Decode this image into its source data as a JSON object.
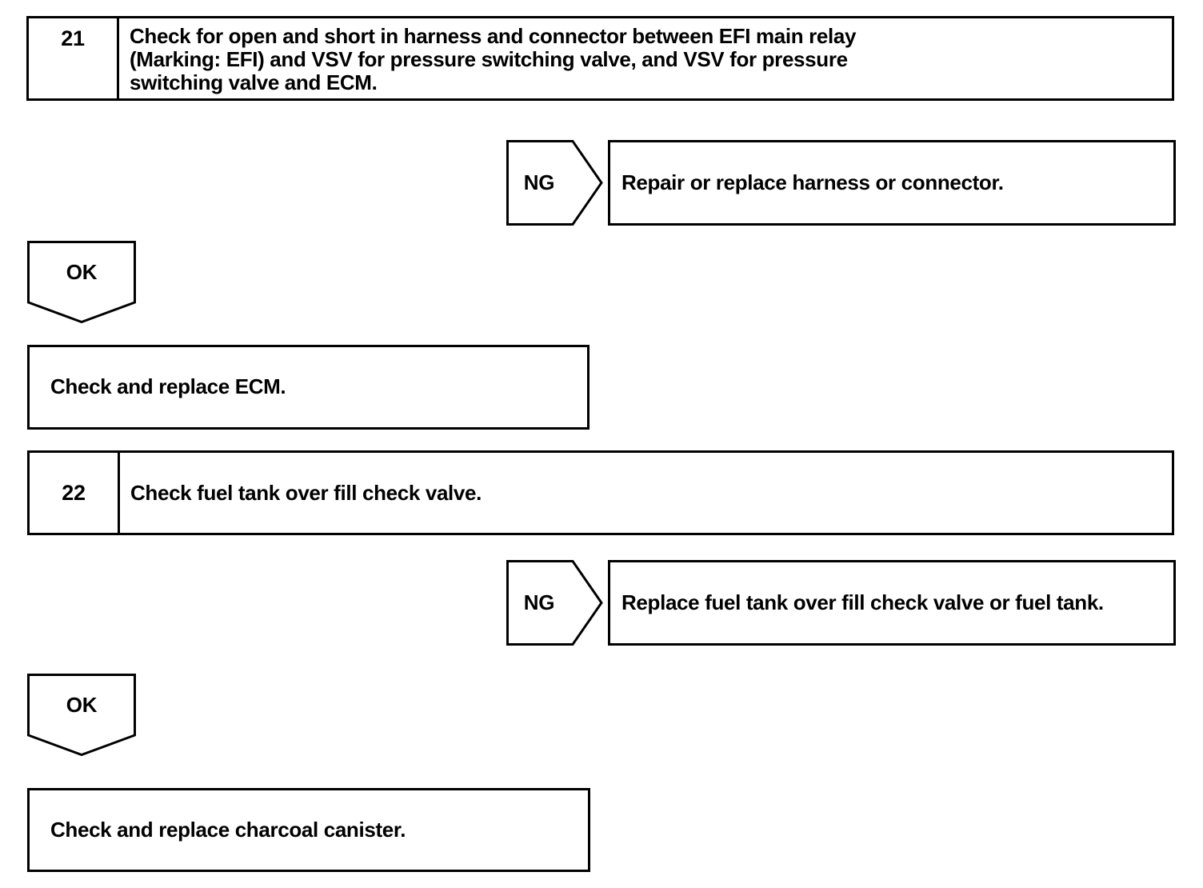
{
  "document": {
    "type": "diagnostic-flowchart",
    "ink_color": "#000000",
    "background_color": "#ffffff"
  },
  "steps": [
    {
      "number": "21",
      "text": "Check for open and short in harness and connector between EFI main relay (Marking: EFI) and VSV for pressure switching valve, and VSV for pressure switching valve and ECM.",
      "line1": "Check for open and short in harness and connector between EFI main relay",
      "line2": "(Marking: EFI) and VSV for pressure switching valve, and VSV for pressure",
      "line3": "switching valve and ECM."
    },
    {
      "number": "22",
      "text": "Check fuel tank over fill check valve."
    }
  ],
  "branches": [
    {
      "label": "NG",
      "result": "Repair or replace harness or connector."
    },
    {
      "label": "OK",
      "result": "Check and replace ECM."
    },
    {
      "label": "NG",
      "result": "Replace fuel tank over fill check valve or fuel tank."
    },
    {
      "label": "OK",
      "result": "Check and replace charcoal canister."
    }
  ]
}
